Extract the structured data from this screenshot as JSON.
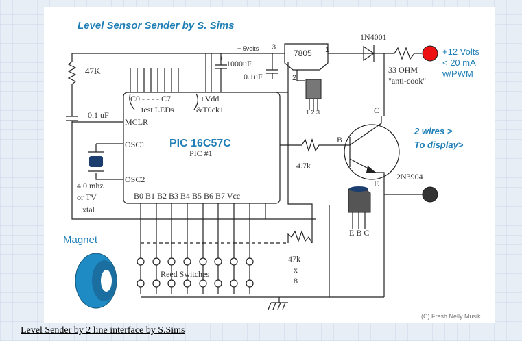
{
  "title": "Level Sensor Sender by S. Sims",
  "caption": "Level Sender by 2 line interface by S.Sims",
  "copyright": "(C) Fresh Nelly Musik",
  "colors": {
    "accent_blue": "#1f7fb6",
    "power_dot": "#ee1111",
    "chip_fill": "#ffffff",
    "crystal": "#1c3e6e",
    "magnet": "#1e8bc4"
  },
  "labels": {
    "r47k": "47K",
    "cap01": "0.1 uF",
    "plus5": "+ 5volts",
    "pin3": "3",
    "pin1": "1",
    "pin2": "2",
    "reg": "7805",
    "cap1000": "1000uF",
    "cap01b": "0.1uF",
    "diode": "1N4001",
    "power1": "+12 Volts",
    "power2": "< 20 mA",
    "power3": "w/PWM",
    "r33_1": "33 OHM",
    "r33_2": "\"anti-cook\"",
    "reg_pins": "1 2 3",
    "c0": "C0 - - - - C7",
    "test_leds": "test LEDs",
    "vdd": "+Vdd",
    "t0ck": "&T0ck1",
    "mclr": "MCLR",
    "osc1": "OSC1",
    "osc2": "OSC2",
    "pic_name": "PIC 16C57C",
    "pic_num": "PIC #1",
    "ports": "B0 B1 B2 B3  B4  B5  B6  B7  Vcc",
    "xtal1": "4.0 mhz",
    "xtal2": "or TV",
    "xtal3": "xtal",
    "r47k_small": "4.7k",
    "b_label": "B",
    "c_label": "C",
    "e_label": "E",
    "transistor": "2N3904",
    "wires1": "2 wires    >",
    "wires2": "To display>",
    "ebc": "E B C",
    "magnet": "Magnet",
    "reed": "Reed Switches",
    "r47kx1": "47k",
    "r47kx2": "x",
    "r47kx3": "8",
    "plus": "+"
  }
}
